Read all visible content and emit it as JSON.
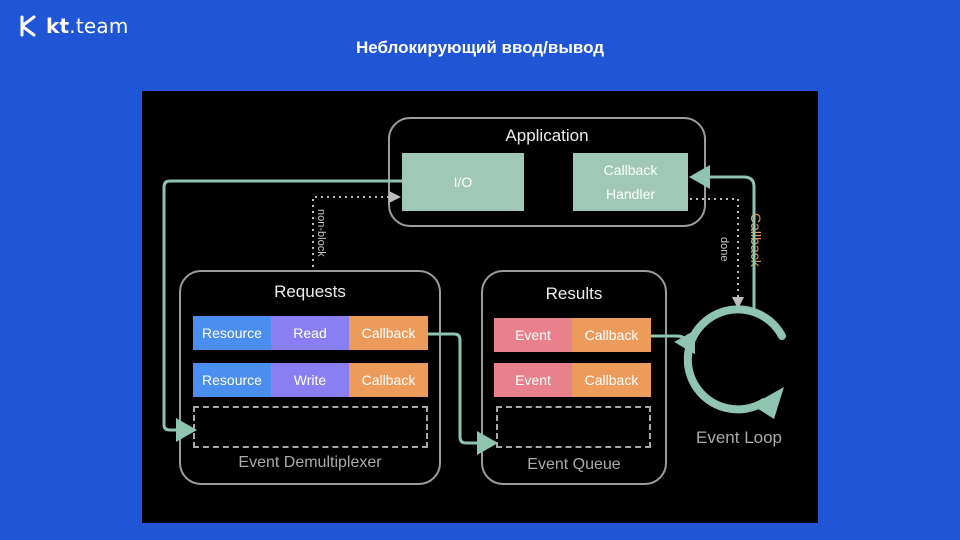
{
  "brand": {
    "name_bold": "kt",
    "name_rest": ".team"
  },
  "slide": {
    "title": "Неблокирующий ввод/вывод"
  },
  "colors": {
    "background": "#2055d6",
    "stage": "#000000",
    "arrow": "#8fc4b0",
    "resource": "#4a8ef0",
    "operation": "#8a7ff2",
    "callback": "#ec9b5b",
    "event": "#e8818c",
    "app_cell": "#9fc8b6"
  },
  "diagram": {
    "application": {
      "title": "Application",
      "io": "I/O",
      "callback_handler_line1": "Callback",
      "callback_handler_line2": "Handler"
    },
    "requests": {
      "title": "Requests",
      "footer": "Event Demultiplexer",
      "rows": [
        {
          "resource": "Resource",
          "op": "Read",
          "callback": "Callback"
        },
        {
          "resource": "Resource",
          "op": "Write",
          "callback": "Callback"
        }
      ]
    },
    "results": {
      "title": "Results",
      "footer": "Event Queue",
      "rows": [
        {
          "event": "Event",
          "callback": "Callback"
        },
        {
          "event": "Event",
          "callback": "Callback"
        }
      ]
    },
    "event_loop": {
      "label": "Event Loop"
    },
    "labels": {
      "non_block": "non-block",
      "done": "done",
      "callback": "Callback"
    }
  }
}
